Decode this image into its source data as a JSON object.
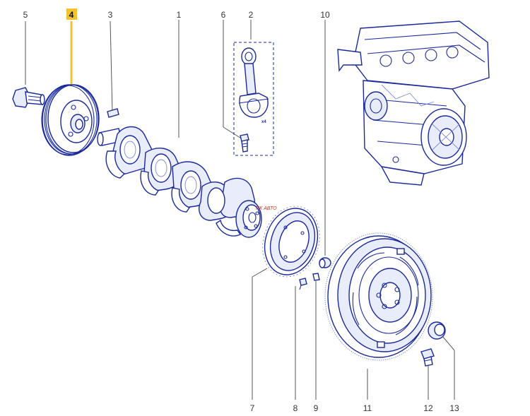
{
  "callouts": {
    "c1": "1",
    "c2": "2",
    "c3": "3",
    "c4": "4",
    "c5": "5",
    "c6": "6",
    "c7": "7",
    "c8": "8",
    "c9": "9",
    "c10": "10",
    "c11": "11",
    "c12": "12",
    "c13": "13"
  },
  "highlighted_callout": "4",
  "rod_quantity": "x4",
  "watermark": "ПК АВТО",
  "colors": {
    "line_art": "#1a2a9c",
    "highlight": "#f2c230",
    "leader": "#555555"
  }
}
